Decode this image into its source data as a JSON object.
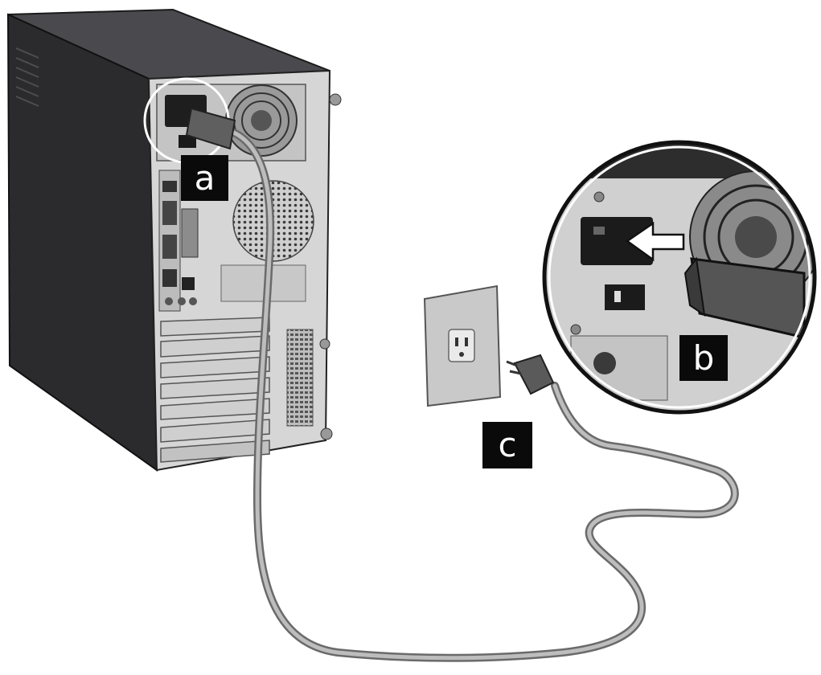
{
  "callouts": {
    "a": "a",
    "b": "b",
    "c": "c"
  },
  "colors": {
    "case_dark": "#2a2a2c",
    "case_side": "#3a3a3d",
    "panel_light": "#d4d4d4",
    "cable": "#8a8a8a",
    "label_bg": "#0a0a0a",
    "label_text": "#ffffff"
  }
}
